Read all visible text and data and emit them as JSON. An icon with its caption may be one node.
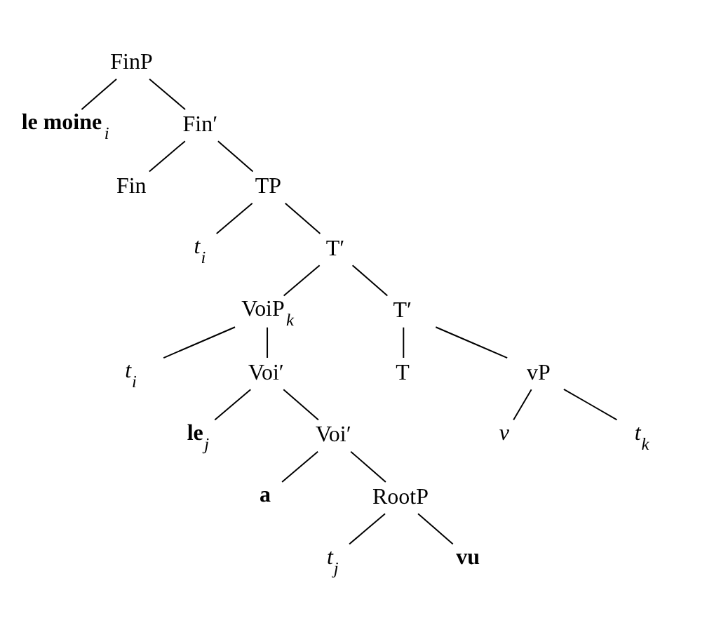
{
  "diagram": {
    "nodes": [
      {
        "text": [
          "FinP"
        ]
      },
      {
        "text": [
          "**le moine**$_{i}$"
        ]
      },
      {
        "text": [
          "Fin′"
        ]
      },
      {
        "text": [
          "Fin"
        ]
      },
      {
        "text": [
          "TP"
        ]
      },
      {
        "text": [
          "*t*$_{i}$"
        ]
      },
      {
        "text": [
          "T′"
        ]
      },
      {
        "text": [
          "VoiP$_{k}$"
        ]
      },
      {
        "text": [
          "T′"
        ]
      },
      {
        "text": [
          "*t*$_{i}$"
        ]
      },
      {
        "text": [
          "Voi′"
        ]
      },
      {
        "text": [
          "T"
        ]
      },
      {
        "text": [
          "vP"
        ]
      },
      {
        "text": [
          "**le**$_{j}$"
        ]
      },
      {
        "text": [
          "Voi′"
        ]
      },
      {
        "text": [
          "*v*"
        ]
      },
      {
        "text": [
          "*t*$_{k}$"
        ]
      },
      {
        "text": [
          "**a**"
        ]
      },
      {
        "text": [
          "RootP"
        ]
      },
      {
        "text": [
          "*t*$_{j}$"
        ]
      },
      {
        "text": [
          "**vu**"
        ]
      }
    ],
    "edges": [
      {
        "from": 0,
        "to": 1,
        "arrow": "none"
      },
      {
        "from": 0,
        "to": 2,
        "arrow": "none"
      },
      {
        "from": 2,
        "to": 3,
        "arrow": "none"
      },
      {
        "from": 2,
        "to": 4,
        "arrow": "none"
      },
      {
        "from": 4,
        "to": 5,
        "arrow": "none"
      },
      {
        "from": 4,
        "to": 6,
        "arrow": "none"
      },
      {
        "from": 6,
        "to": 7,
        "arrow": "none"
      },
      {
        "from": 6,
        "to": 8,
        "arrow": "none"
      },
      {
        "from": 7,
        "to": 9,
        "arrow": "none"
      },
      {
        "from": 7,
        "to": 10,
        "arrow": "none"
      },
      {
        "from": 10,
        "to": 13,
        "arrow": "none"
      },
      {
        "from": 10,
        "to": 14,
        "arrow": "none"
      },
      {
        "from": 14,
        "to": 17,
        "arrow": "none"
      },
      {
        "from": 14,
        "to": 18,
        "arrow": "none"
      },
      {
        "from": 18,
        "to": 19,
        "arrow": "none"
      },
      {
        "from": 18,
        "to": 20,
        "arrow": "none"
      },
      {
        "from": 8,
        "to": 11,
        "arrow": "none"
      },
      {
        "from": 8,
        "to": 12,
        "arrow": "none"
      },
      {
        "from": 12,
        "to": 15,
        "arrow": "none"
      },
      {
        "from": 12,
        "to": 16,
        "arrow": "none"
      }
    ]
  }
}
